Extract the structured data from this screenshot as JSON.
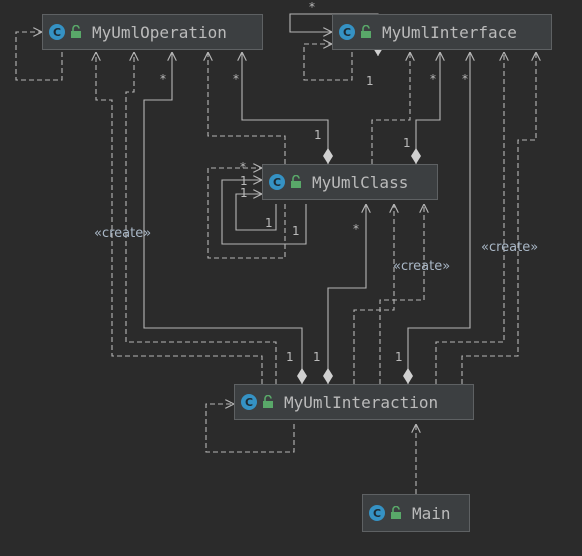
{
  "nodes": {
    "operation": {
      "name": "MyUmlOperation",
      "icon": "class-icon"
    },
    "interface": {
      "name": "MyUmlInterface",
      "icon": "class-icon"
    },
    "klass": {
      "name": "MyUmlClass",
      "icon": "class-icon"
    },
    "interaction": {
      "name": "MyUmlInteraction",
      "icon": "class-icon"
    },
    "main": {
      "name": "Main",
      "icon": "runnable-class-icon"
    }
  },
  "icon_letter": "C",
  "labels": {
    "create_left": "«create»",
    "create_mid": "«create»",
    "create_right": "«create»"
  },
  "multiplicity": {
    "one": "1",
    "many": "*"
  },
  "colors": {
    "background": "#2b2b2b",
    "node_fill": "#3c3f41",
    "node_border": "#5e6163",
    "edge": "#b6b6b6",
    "class_icon": "#3592c4",
    "lock_icon": "#59a869"
  }
}
